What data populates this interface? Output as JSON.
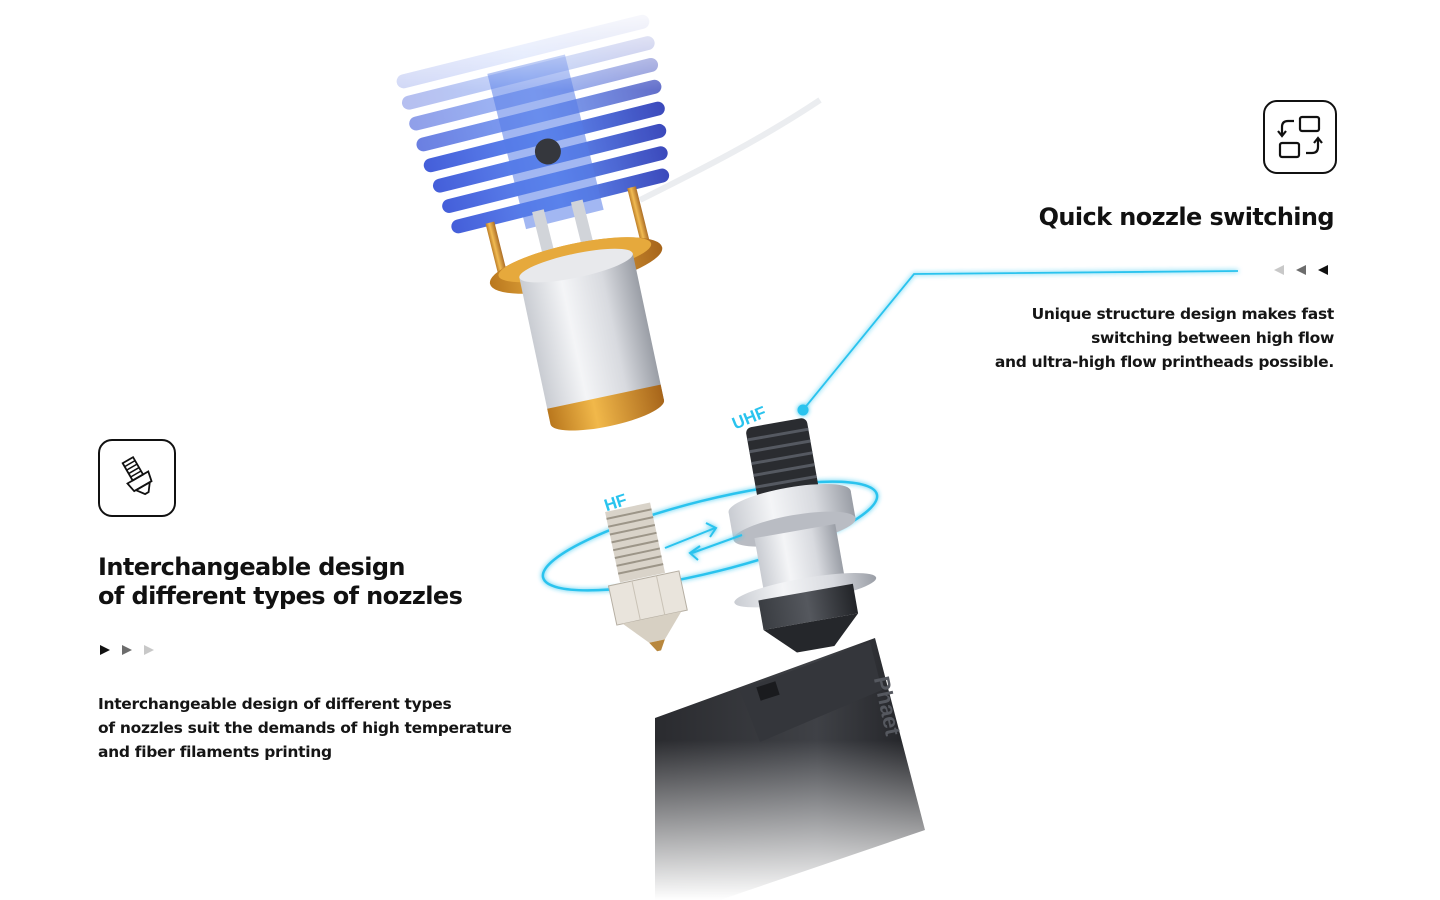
{
  "right_feature": {
    "icon": "swap-icon",
    "title": "Quick nozzle switching",
    "desc_lines": [
      "Unique structure design makes fast",
      "switching between high flow",
      "and ultra-high flow printheads possible."
    ]
  },
  "left_feature": {
    "icon": "nozzle-icon",
    "title_lines": [
      "Interchangeable design",
      "of different types of nozzles"
    ],
    "desc_lines": [
      "Interchangeable design of different types",
      "of nozzles suit the demands of high temperature",
      "and fiber filaments printing"
    ]
  },
  "illustration": {
    "hf_label": "HF",
    "uhf_label": "UHF",
    "shroud_text": "Phaet",
    "accent_color": "#29c3ee"
  }
}
